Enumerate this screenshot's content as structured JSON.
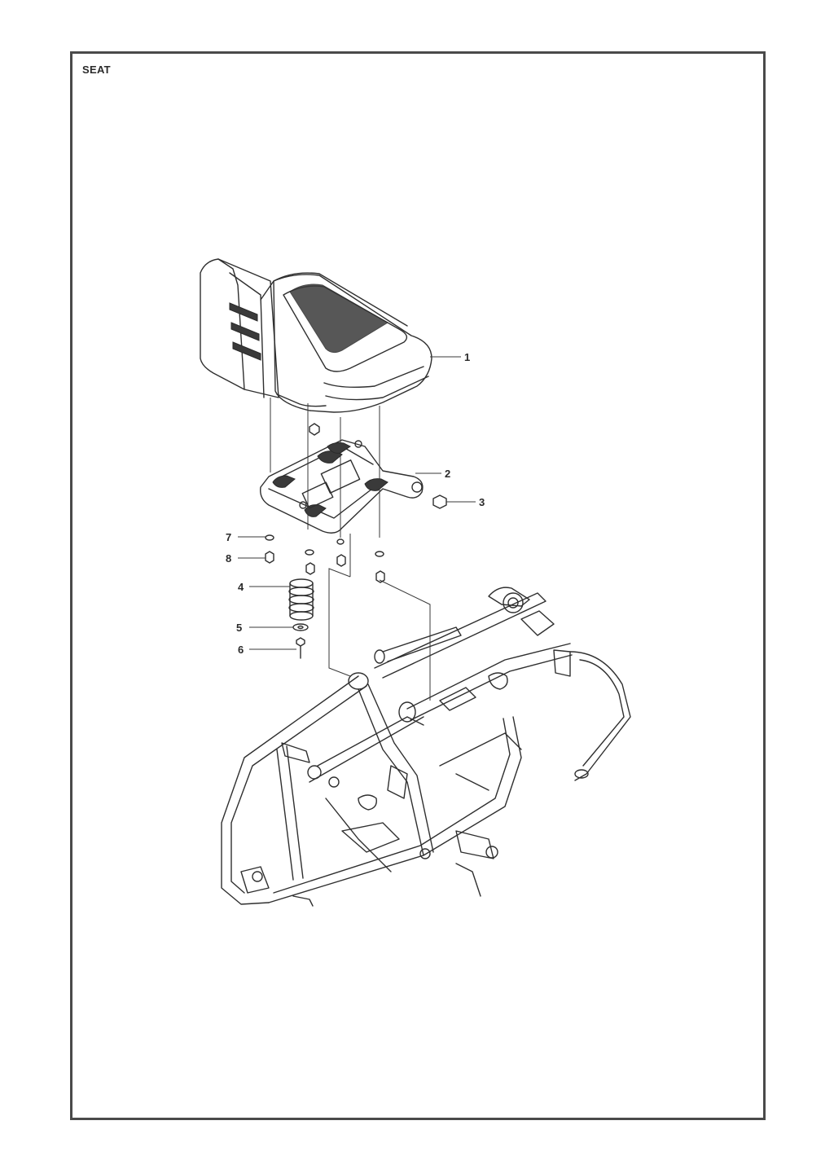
{
  "title": "SEAT",
  "callouts": [
    {
      "id": "1",
      "part": "seat"
    },
    {
      "id": "2",
      "part": "seat-bracket"
    },
    {
      "id": "3",
      "part": "bolt"
    },
    {
      "id": "4",
      "part": "spring"
    },
    {
      "id": "5",
      "part": "washer"
    },
    {
      "id": "6",
      "part": "screw"
    },
    {
      "id": "7",
      "part": "washer"
    },
    {
      "id": "8",
      "part": "bolt"
    }
  ]
}
